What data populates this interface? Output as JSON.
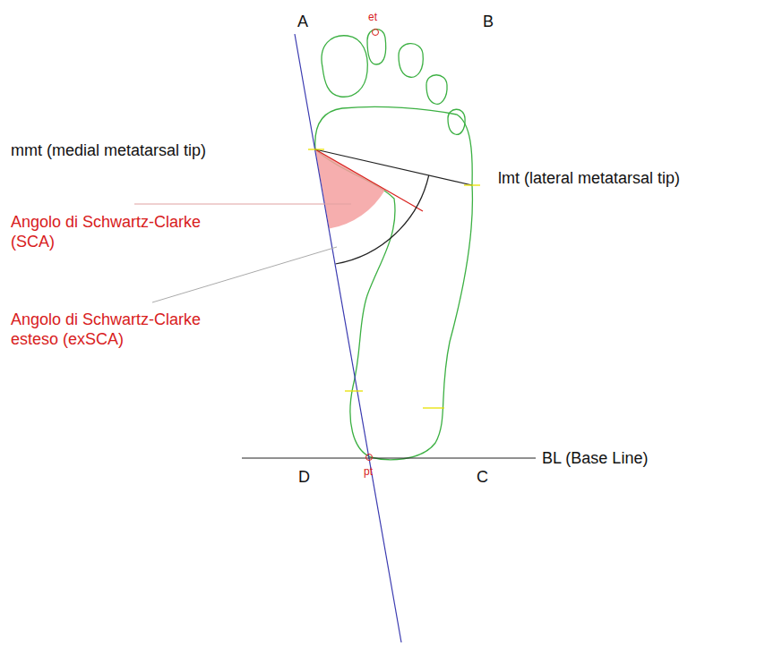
{
  "diagram": {
    "labels": [
      "A",
      "B",
      "et",
      "mmt (medial metatarsal tip)",
      "lmt (lateral metatarsal tip)",
      "Angolo di Schwartz-Clarke (SCA)",
      "Angolo di Schwartz-Clarke esteso (exSCA)",
      "D",
      "pt",
      "C",
      "BL (Base Line)"
    ]
  }
}
